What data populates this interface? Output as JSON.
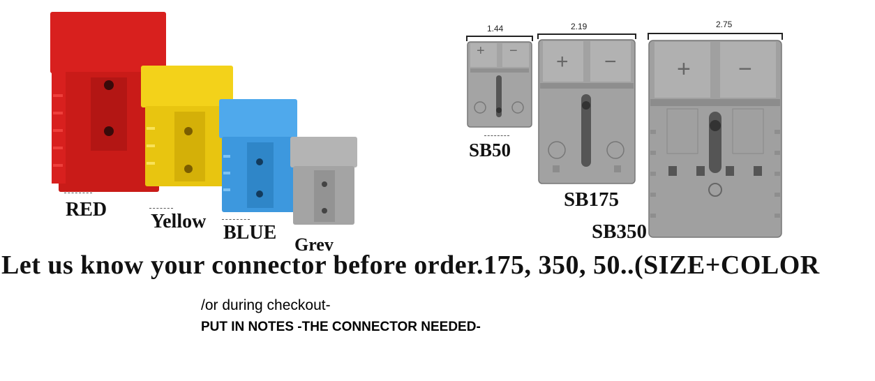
{
  "colors": {
    "red": "#d8201e",
    "yellow": "#f3d21a",
    "blue": "#4fa9ec",
    "grey": "#a4a4a4",
    "grey_dark": "#7f7f7f"
  },
  "color_connectors": [
    {
      "label": "RED"
    },
    {
      "label": "Yellow"
    },
    {
      "label": "BLUE"
    },
    {
      "label": "Grev"
    }
  ],
  "size_connectors": [
    {
      "label": "SB50",
      "dimension": "1.44"
    },
    {
      "label": "SB175",
      "dimension": "2.19"
    },
    {
      "label": "SB350",
      "dimension": "2.75"
    }
  ],
  "plus_sign": "+",
  "minus_sign": "−",
  "headline": "Let us know your connector before order.175, 350, 50..(SIZE+COLOR",
  "notes": {
    "line1": "/or during checkout-",
    "line2": "PUT IN NOTES -THE CONNECTOR NEEDED-"
  }
}
